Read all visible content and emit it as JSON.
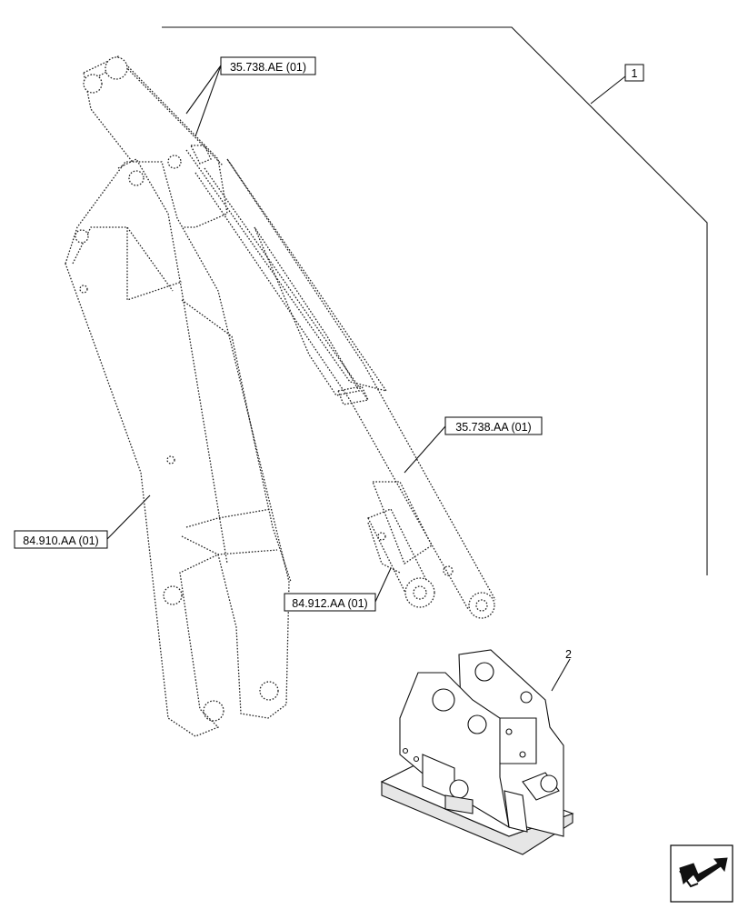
{
  "callouts": {
    "item_1": "1",
    "item_2": "2",
    "ref_35738AE": "35.738.AE (01)",
    "ref_35738AA": "35.738.AA (01)",
    "ref_84910AA": "84.910.AA (01)",
    "ref_84912AA": "84.912.AA (01)"
  },
  "nav_icon": "next-page-arrow-icon"
}
